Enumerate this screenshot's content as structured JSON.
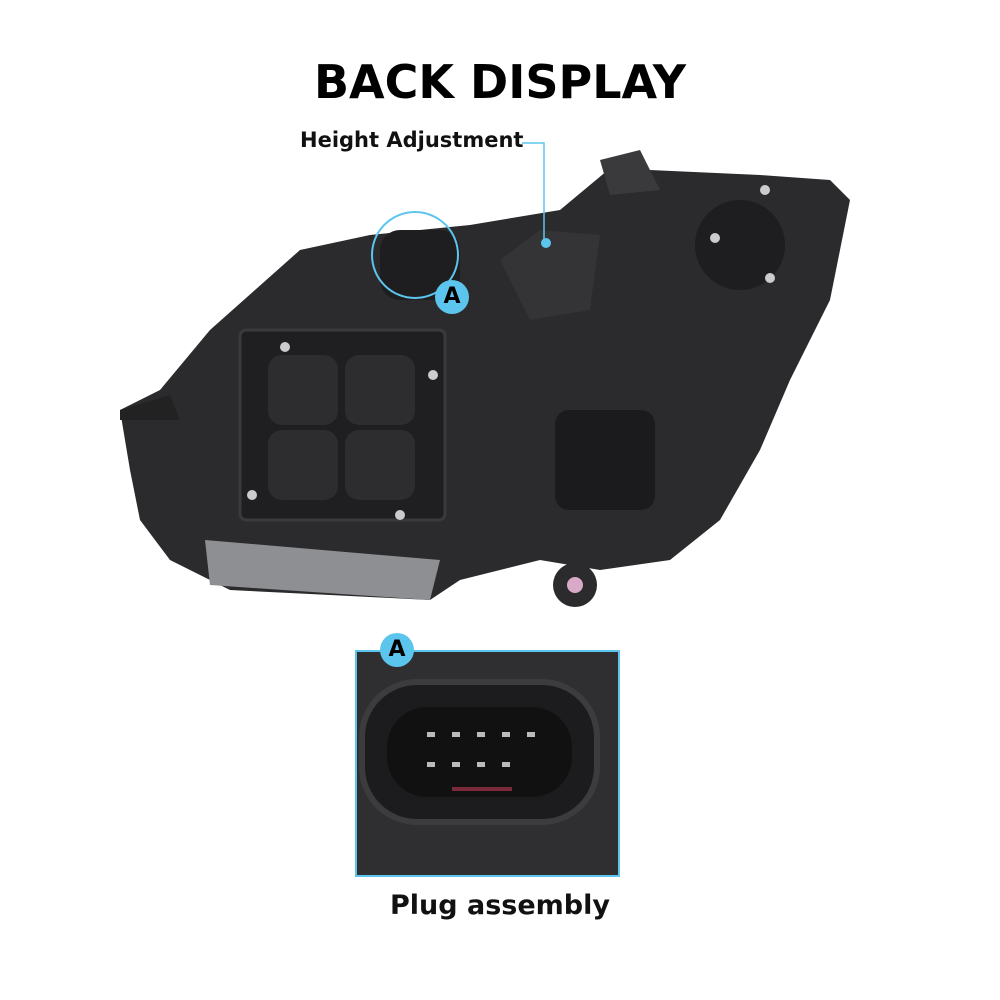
{
  "title": "BACK DISPLAY",
  "callout_height": "Height Adjustment",
  "marker_label": "A",
  "inset_label": "A",
  "caption": "Plug assembly",
  "colors": {
    "accent": "#5cc5ee",
    "housing": "#2b2b2d"
  }
}
